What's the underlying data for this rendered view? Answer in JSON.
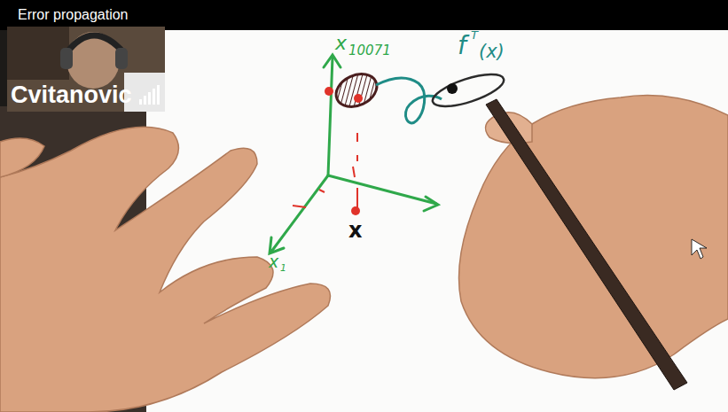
{
  "diagram": {
    "title": "Error propagation",
    "labels": [
      "Cvitanovic",
      "x",
      "10071",
      "f",
      "T",
      "(x)",
      "x",
      "1",
      "x"
    ]
  }
}
